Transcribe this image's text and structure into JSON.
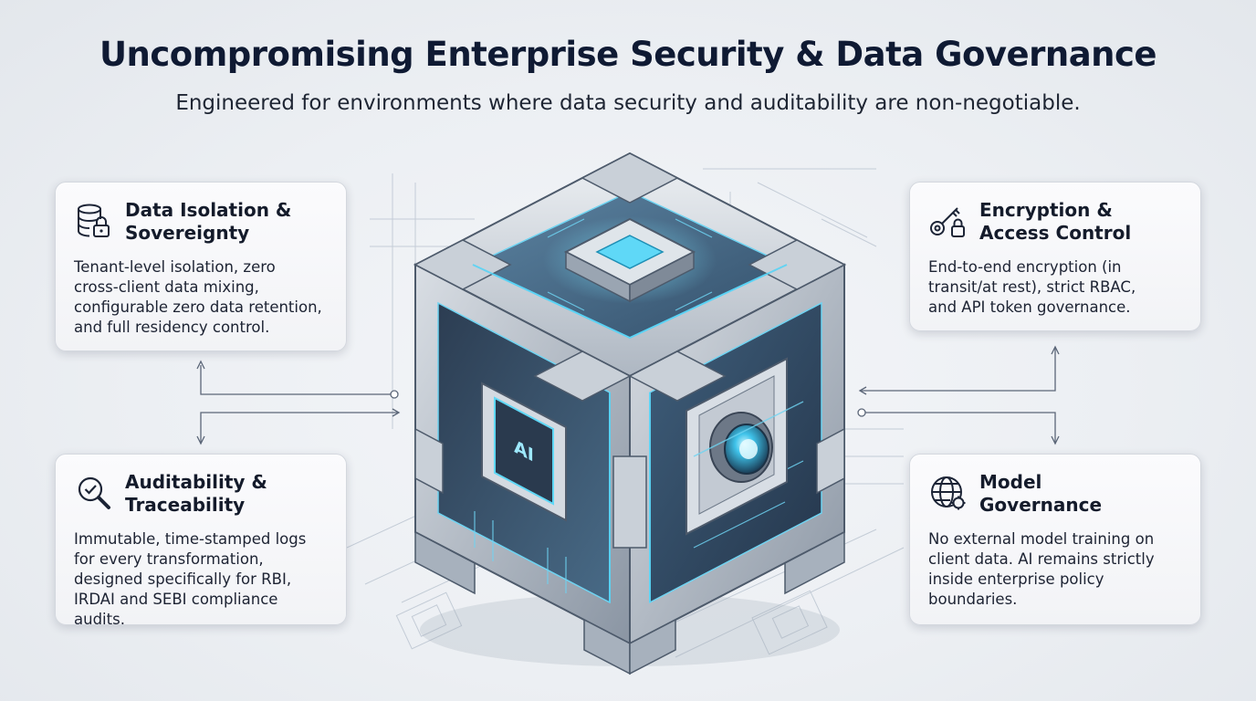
{
  "header": {
    "title": "Uncompromising Enterprise Security & Data Governance",
    "subtitle": "Engineered for environments where data security and auditability are non-negotiable."
  },
  "cube": {
    "chip_label": "AI"
  },
  "cards": [
    {
      "title": "Data Isolation &\nSovereignty",
      "icon": "database-lock-icon",
      "body": "Tenant-level isolation, zero\ncross-client data mixing,\nconfigurable zero data retention,\nand full residency control."
    },
    {
      "title": "Auditability &\nTraceability",
      "icon": "magnifier-check-icon",
      "body": "Immutable, time-stamped logs\nfor every transformation,\ndesigned specifically for RBI,\nIRDAI and SEBI compliance audits."
    },
    {
      "title": "Encryption &\nAccess Control",
      "icon": "key-lock-icon",
      "body": "End-to-end encryption (in\ntransit/at rest), strict RBAC,\nand API token governance."
    },
    {
      "title": "Model\nGovernance",
      "icon": "globe-gear-icon",
      "body": "No external model training on\nclient data. AI remains strictly\ninside enterprise policy\nboundaries."
    }
  ],
  "colors": {
    "accent_cyan": "#35c8ef",
    "frame_steel": "#8c96a4",
    "frame_dark": "#39475a",
    "title_navy": "#0f1a33"
  }
}
